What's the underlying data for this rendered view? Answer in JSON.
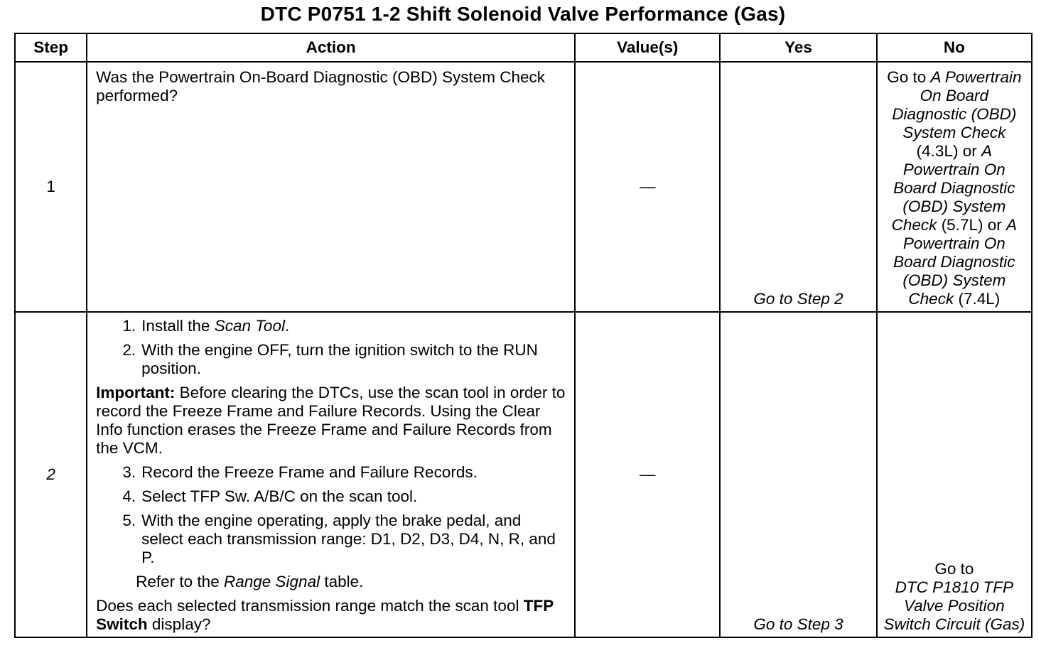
{
  "title": "DTC P0751 1-2 Shift Solenoid Valve Performance (Gas)",
  "headers": {
    "step": "Step",
    "action": "Action",
    "values": "Value(s)",
    "yes": "Yes",
    "no": "No"
  },
  "rows": [
    {
      "step": "1",
      "action": "Was the Powertrain On-Board Diagnostic (OBD) System Check performed?",
      "values": "—",
      "yes": "Go to Step 2",
      "no": {
        "go_to": "Go to",
        "ref1": "A Powertrain On Board Diagnostic (OBD) System Check",
        "eng1": "(4.3L) or",
        "ref2": "A Powertrain On Board Diagnostic (OBD) System Check",
        "eng2": "(5.7L) or",
        "ref3": "A Powertrain On Board Diagnostic (OBD) System Check",
        "eng3": "(7.4L)"
      }
    },
    {
      "step": "2",
      "action": {
        "s1_num": "1.",
        "s1_pre": "Install the",
        "s1_it": "Scan Tool",
        "s1_post": ".",
        "s2_num": "2.",
        "s2": "With the engine OFF, turn the ignition switch to the RUN position.",
        "important_label": "Important:",
        "important_text": "Before clearing the DTCs, use the scan tool in order to record the Freeze Frame and Failure Records. Using the Clear Info function erases the Freeze Frame and Failure Records from the VCM.",
        "s3_num": "3.",
        "s3": "Record the Freeze Frame and Failure Records.",
        "s4_num": "4.",
        "s4": "Select TFP Sw. A/B/C on the scan tool.",
        "s5_num": "5.",
        "s5": "With the engine operating, apply the brake pedal, and select each transmission range: D1, D2, D3, D4, N, R, and P.",
        "refer_pre": "Refer to the",
        "refer_it": "Range Signal",
        "refer_post": "table.",
        "question_pre": "Does each selected transmission range match the scan tool",
        "question_bold": "TFP Switch",
        "question_post": "display?"
      },
      "values": "—",
      "yes": "Go to Step 3",
      "no": {
        "go_to": "Go to",
        "ref": "DTC P1810 TFP Valve Position Switch Circuit (Gas)"
      }
    }
  ]
}
